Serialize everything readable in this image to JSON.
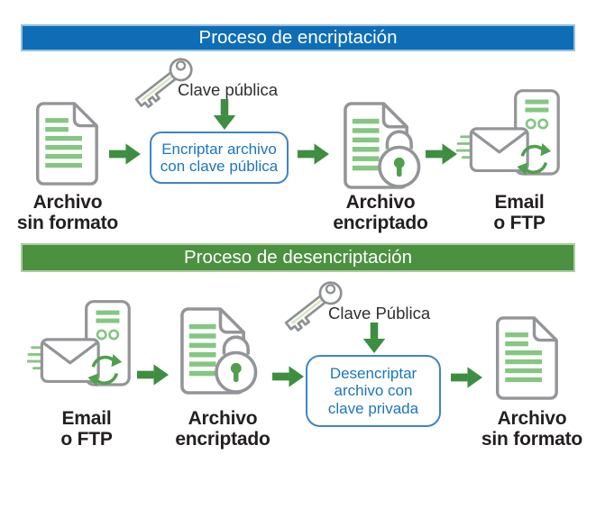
{
  "colors": {
    "banner_blue": "#0E6DB5",
    "banner_green": "#4B9140",
    "arrow_green": "#3E8E41",
    "file_line_green": "#85C682",
    "accent_green": "#4FA04C",
    "outline_gray": "#939598",
    "process_box_text_blue": "#1B76BC",
    "process_box_border_blue": "#3D85C6",
    "label_dark": "#231F20"
  },
  "icons": {
    "key": "key-icon",
    "plain_file": "document-icon",
    "encrypted_file": "locked-document-icon",
    "email_ftp": "email-ftp-icon",
    "arrow_right": "right-arrow-icon",
    "arrow_down": "down-arrow-icon"
  },
  "encryption": {
    "banner": "Proceso de encriptación",
    "key_label": "Clave pública",
    "box_line1": "Encriptar archivo",
    "box_line2": "con clave pública",
    "node1_line1": "Archivo",
    "node1_line2": "sin formato",
    "node2_line1": "Archivo",
    "node2_line2": "encriptado",
    "node3_line1": "Email",
    "node3_line2": "o FTP"
  },
  "decryption": {
    "banner": "Proceso de desencriptación",
    "key_label": "Clave Pública",
    "box_line1": "Desencriptar",
    "box_line2": "archivo con",
    "box_line3": "clave privada",
    "node1_line1": "Email",
    "node1_line2": "o FTP",
    "node2_line1": "Archivo",
    "node2_line2": "encriptado",
    "node3_line1": "Archivo",
    "node3_line2": "sin formato"
  }
}
